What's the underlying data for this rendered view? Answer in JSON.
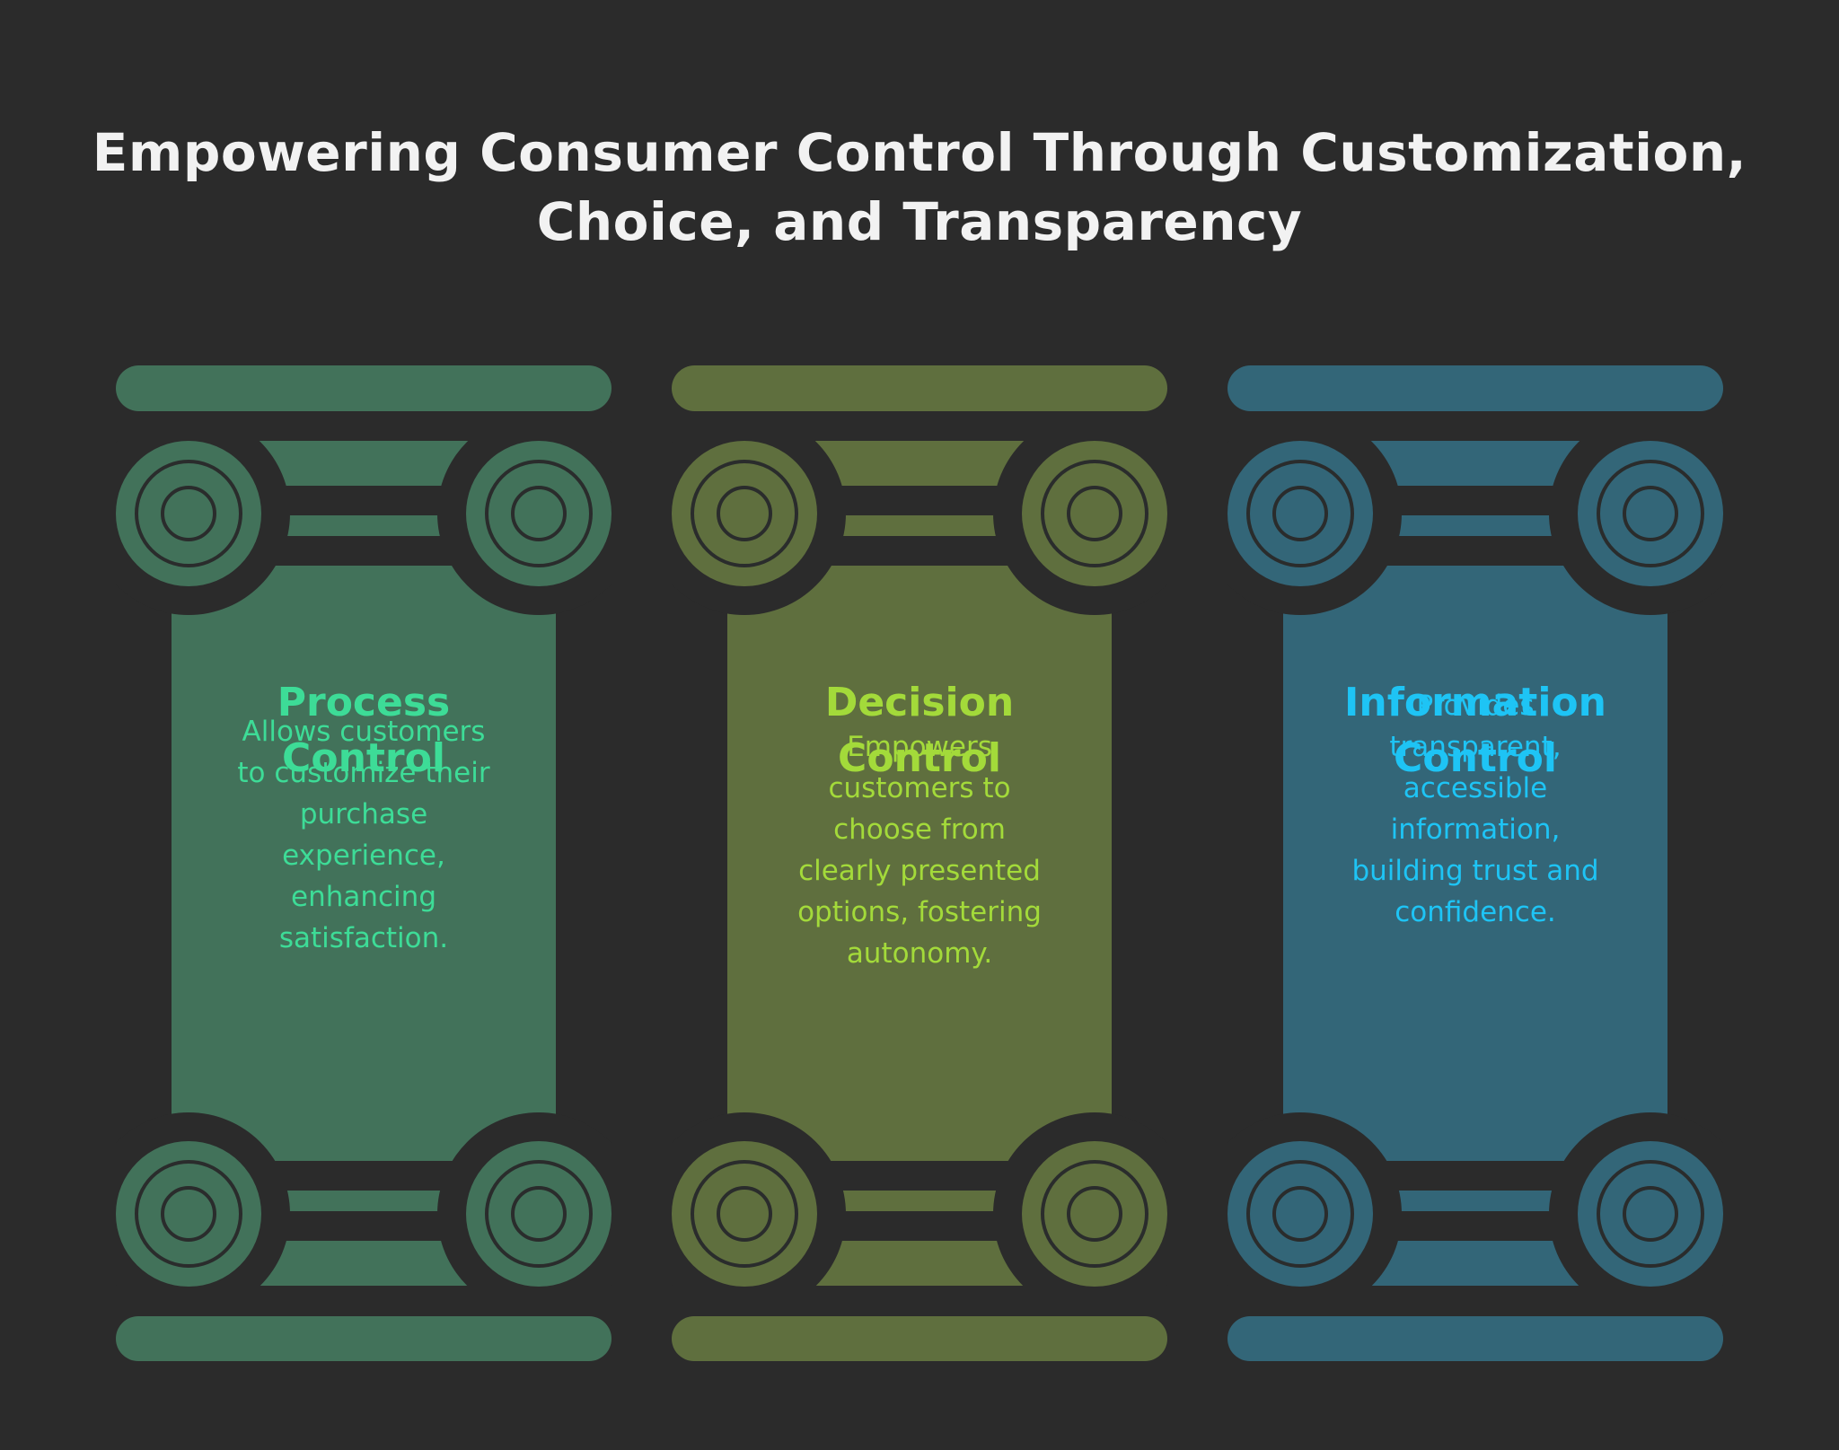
{
  "title": {
    "lines": [
      "Empowering Consumer Control Through Customization,",
      "Choice, and Transparency"
    ]
  },
  "colors": {
    "background": "#2b2b2b",
    "title_text": "#f2f2f2",
    "volute_line": "#2a2c2c"
  },
  "pillars": [
    {
      "heading_lines": [
        "Process",
        "Control"
      ],
      "body_lines": [
        "Allows customers",
        "to customize their",
        "purchase",
        "experience,",
        "enhancing",
        "satisfaction."
      ],
      "fill": "#42725a",
      "text_color": "#3ddc97",
      "icon": "ionic-column-icon"
    },
    {
      "heading_lines": [
        "Decision",
        "Control"
      ],
      "body_lines": [
        "Empowers",
        "customers to",
        "choose from",
        "clearly presented",
        "options, fostering",
        "autonomy."
      ],
      "fill": "#5f6f3e",
      "text_color": "#a3da3a",
      "icon": "ionic-column-icon"
    },
    {
      "heading_lines": [
        "Information",
        "Control"
      ],
      "body_lines": [
        "Provides",
        "transparent,",
        "accessible",
        "information,",
        "building trust and",
        "confidence."
      ],
      "fill": "#336678",
      "text_color": "#1ec4f5",
      "icon": "ionic-column-icon"
    }
  ]
}
